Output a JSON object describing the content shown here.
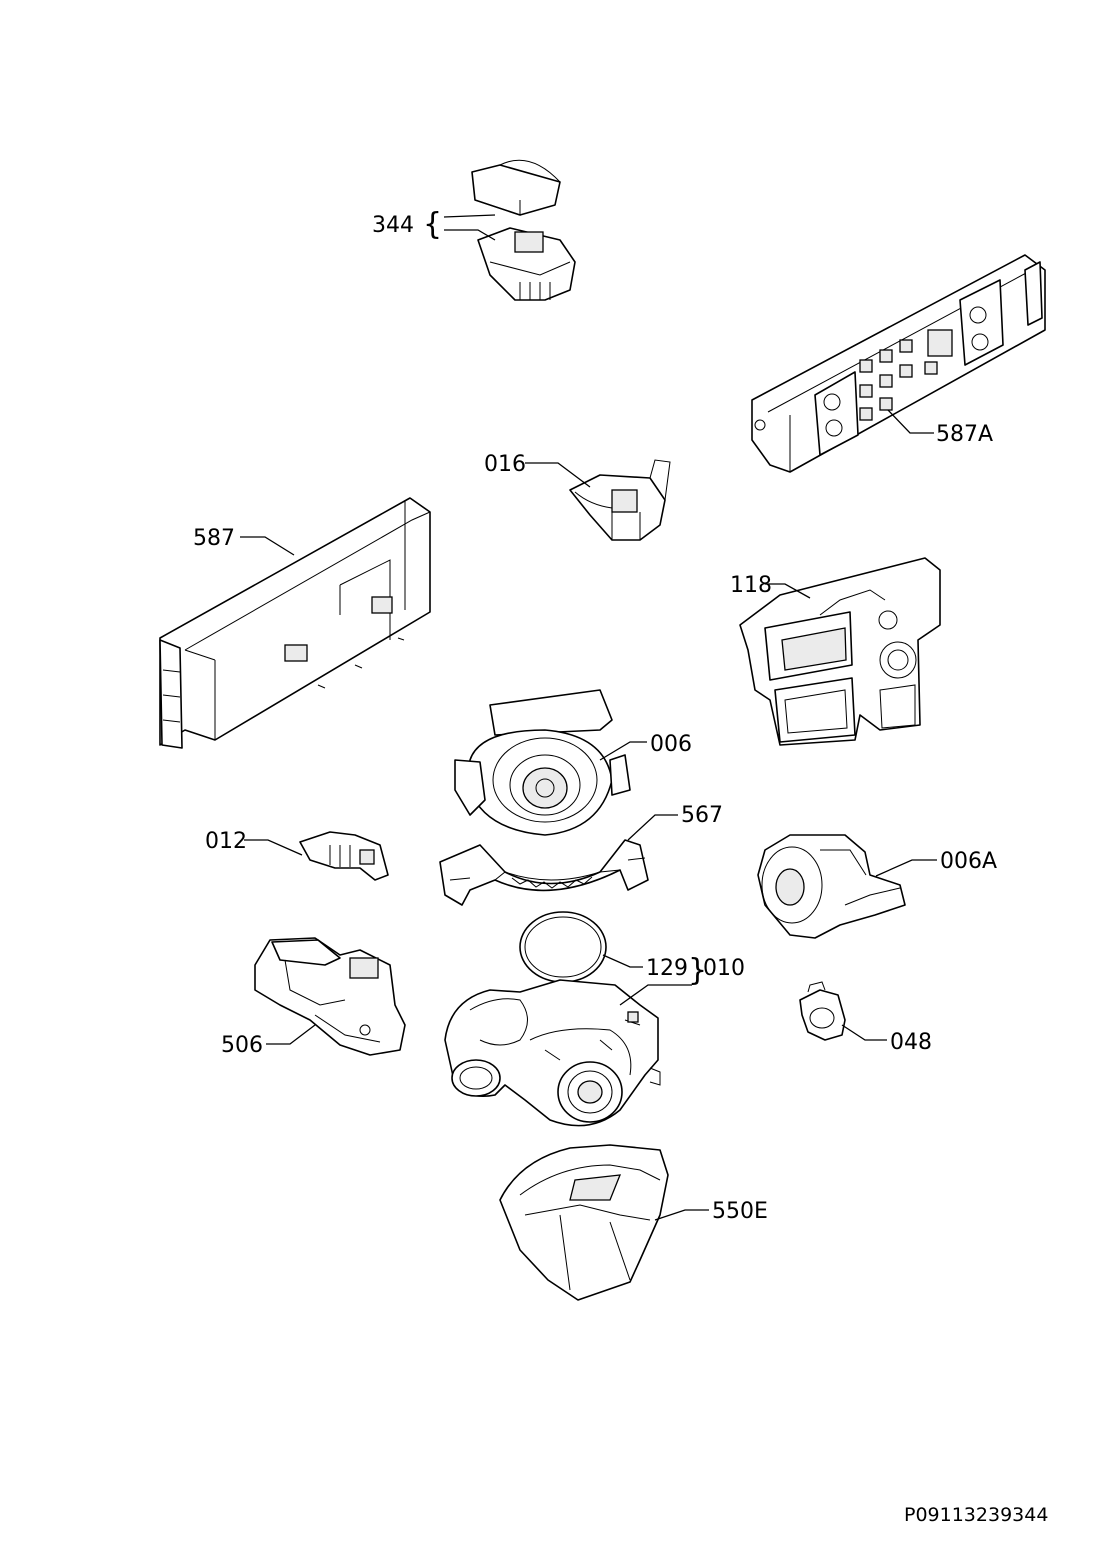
{
  "callouts": {
    "c344": "344",
    "c587a": "587A",
    "c016": "016",
    "c587": "587",
    "c118": "118",
    "c006": "006",
    "c567": "567",
    "c012": "012",
    "c006a": "006A",
    "c129": "129",
    "c010": "010",
    "c506": "506",
    "c048": "048",
    "c550e": "550E"
  },
  "brace_344": "{",
  "brace_010": "}",
  "document_ref": "P09113239344"
}
